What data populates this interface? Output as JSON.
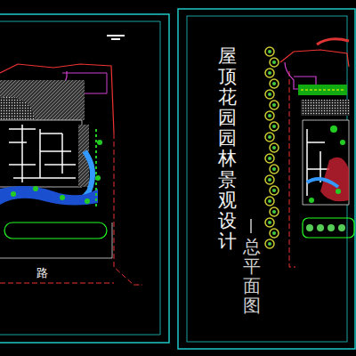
{
  "diagram": {
    "title": "屋顶花园园林景观设计",
    "labels": [
      "总平面图",
      "路"
    ]
  }
}
